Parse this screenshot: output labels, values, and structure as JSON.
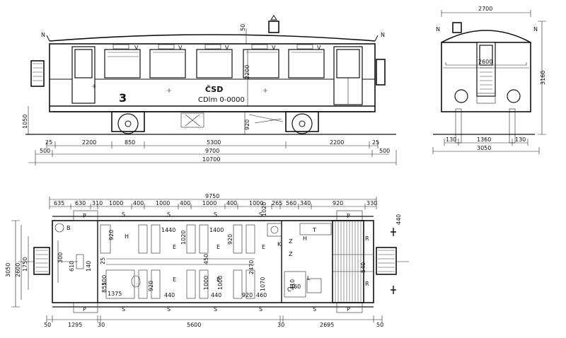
{
  "side_view": {
    "car_number": "3",
    "operator": "ČSD",
    "designation": "CDlm 0-0000",
    "window_mark": "V",
    "corner_mark": "N",
    "heights": {
      "roof": "50",
      "window": "2200",
      "floor": "1050",
      "axle": "920"
    },
    "bottom_row1": [
      "25",
      "2200",
      "850",
      "5300",
      "2200",
      "25"
    ],
    "bottom_row2": [
      "500",
      "9700",
      "500"
    ],
    "overall_length": "10700"
  },
  "end_view": {
    "top_width": "2700",
    "inner_width": "2600",
    "height": "3160",
    "bottom_row": [
      "130",
      "1360",
      "130"
    ],
    "track_width": "3050"
  },
  "plan_view": {
    "overall_length": "9750",
    "top_row": [
      "635",
      "630",
      "310",
      "1000",
      "400",
      "1000",
      "400",
      "1000",
      "400",
      "1000",
      "265",
      "560",
      "340",
      "920",
      "330"
    ],
    "bottom_row": [
      "50",
      "1295",
      "30",
      "5600",
      "30",
      "2695",
      "50"
    ],
    "left_heights": [
      "3050",
      "2600",
      "1750",
      "610",
      "300",
      "440"
    ],
    "interior_dims": [
      "920",
      "1440",
      "1020",
      "1400",
      "920",
      "1020",
      "450",
      "2470",
      "1070",
      "1000",
      "920",
      "1000",
      "460",
      "1375",
      "855",
      "920",
      "440",
      "440",
      "460",
      "540",
      "410",
      "100",
      "25",
      "140"
    ],
    "labels": {
      "seat": "S",
      "platform": "P",
      "brake": "B",
      "toilet": "T",
      "luggage": "Z",
      "heater": "H",
      "corner": "R",
      "door_c": "C",
      "pipe": "K",
      "lamp": "L",
      "e": "E"
    }
  }
}
